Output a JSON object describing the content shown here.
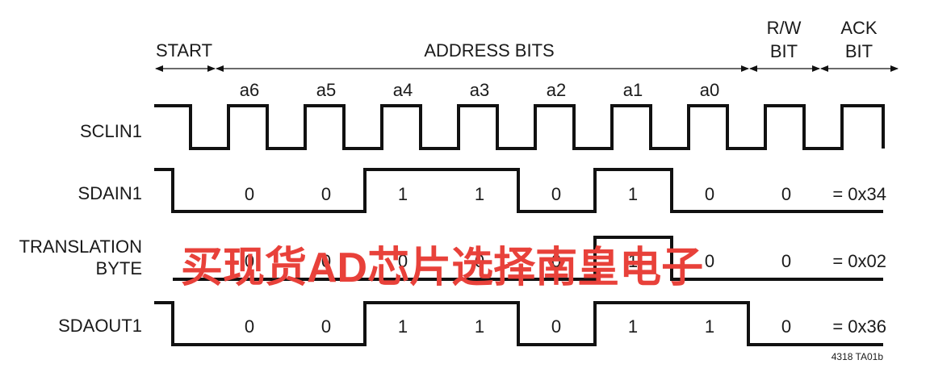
{
  "headers": {
    "start": "START",
    "address_bits": "ADDRESS BITS",
    "rw_line1": "R/W",
    "rw_line2": "BIT",
    "ack_line1": "ACK",
    "ack_line2": "BIT"
  },
  "bit_labels": [
    "a6",
    "a5",
    "a4",
    "a3",
    "a2",
    "a1",
    "a0"
  ],
  "signals": [
    {
      "name": "SCLIN1",
      "type": "clock"
    },
    {
      "name": "SDAIN1",
      "bits": [
        0,
        0,
        1,
        1,
        0,
        1,
        0,
        0
      ],
      "value": "= 0x34",
      "start_level": 1
    },
    {
      "name_line1": "TRANSLATION",
      "name_line2": "BYTE",
      "bits": [
        0,
        0,
        0,
        0,
        0,
        1,
        0
      ],
      "value": "= 0x02",
      "start_level": 0
    },
    {
      "name": "SDAOUT1",
      "bits": [
        0,
        0,
        1,
        1,
        0,
        1,
        1,
        0
      ],
      "value": "= 0x36",
      "start_level": 1
    }
  ],
  "footnote": "4318 TA01b",
  "watermark": "买现货AD芯片选择南皇电子",
  "colors": {
    "line": "#111111",
    "watermark": "#e8413a"
  }
}
